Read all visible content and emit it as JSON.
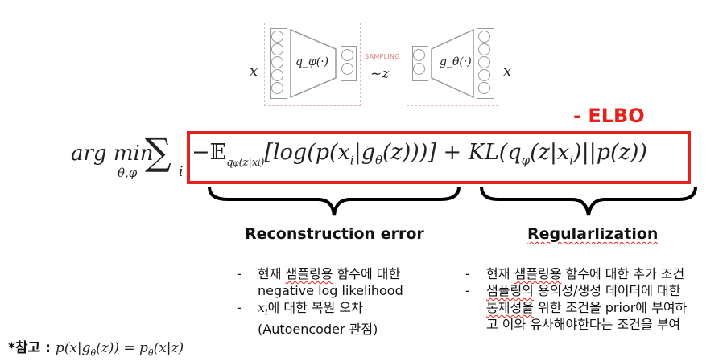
{
  "diagram": {
    "x_left": "x",
    "x_right": "x",
    "encoder_label": "q_φ(·)",
    "decoder_label": "g_θ(·)",
    "sampling_label": "SAMPLING",
    "latent_label": "~z"
  },
  "elbo_label": "- ELBO",
  "formula": {
    "argmin": "arg min",
    "argmin_sub": "θ,φ",
    "sum": "∑",
    "sum_sub": "i",
    "minus": "−",
    "expect": "𝔼",
    "expect_sub": "q",
    "expect_sub2": "φ",
    "expect_sub3": "(z|x",
    "expect_sub4": "i",
    "expect_sub5": ")",
    "term1": "[log(p(x",
    "term1_i": "i",
    "term1_b": "|g",
    "term1_theta": "θ",
    "term1_c": "(z)))] + KL(q",
    "term2_phi": "φ",
    "term2_a": "(z|x",
    "term2_i": "i",
    "term2_b": ")||p(z))"
  },
  "reconstruction": {
    "title": "Reconstruction error",
    "items": [
      {
        "prefix": "현재 ",
        "highlight": "샘플링용",
        "suffix": " 함수에 대한",
        "line2": "negative log likelihood"
      },
      {
        "math": "x",
        "sub": "i",
        "text": "에 대한 복원 오차",
        "line2": "(Autoencoder 관점)"
      }
    ]
  },
  "regularization": {
    "title": "Regularlization",
    "items": [
      {
        "prefix": "현재 ",
        "highlight": "샘플링용",
        "suffix": " 함수에 대한 추가 조건"
      },
      {
        "line1_hl": "샘플링의",
        "line1": " 용의성/생성 데이터에 대한",
        "line2_hl": "통제성을",
        "line2": " 위한 조건을 prior에 부여하",
        "line3": "고 이와 유사해야한다는 조건을 부여"
      }
    ]
  },
  "note": {
    "label": "*참고 : ",
    "formula": "p(x|g",
    "formula_theta": "θ",
    "formula_b": "(z)) = p",
    "formula_theta2": "θ",
    "formula_c": "(x|z)"
  }
}
